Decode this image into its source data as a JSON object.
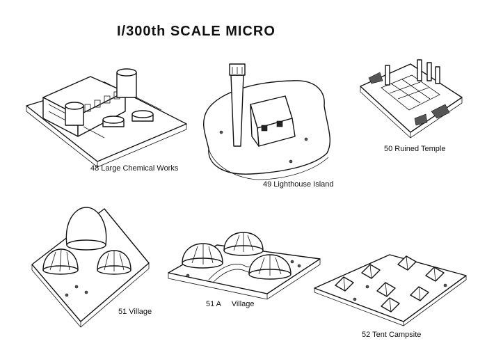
{
  "title": "I/300th SCALE MICRO",
  "items": [
    {
      "number": "48",
      "label": "48 Large Chemical Works"
    },
    {
      "number": "49",
      "label": "49 Lighthouse Island"
    },
    {
      "number": "50",
      "label": "50 Ruined Temple"
    },
    {
      "number": "51",
      "label": "51 Village"
    },
    {
      "number": "51 A",
      "label": "51 A     Village"
    },
    {
      "number": "52",
      "label": "52 Tent Campsite"
    }
  ],
  "colors": {
    "ink": "#111111",
    "paper": "#ffffff"
  }
}
